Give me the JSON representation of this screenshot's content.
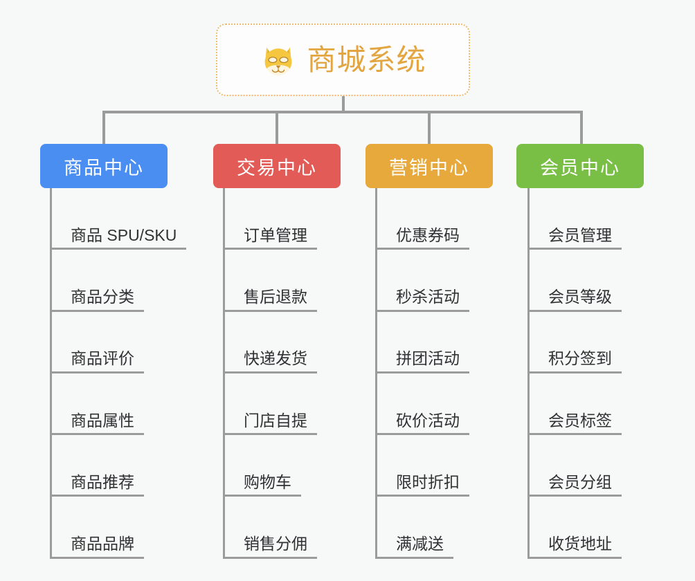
{
  "canvas": {
    "background_color": "#f7f8f8",
    "connector_color": "#9b9b9b"
  },
  "root": {
    "icon": "dog-face-emoji",
    "title": "商城系统",
    "title_color": "#e3a53f",
    "border_color": "#edbb6a",
    "background_color": "#fdfdfd"
  },
  "branches": [
    {
      "id": "product-center",
      "label": "商品中心",
      "color": "#4a8ef1",
      "items": [
        "商品 SPU/SKU",
        "商品分类",
        "商品评价",
        "商品属性",
        "商品推荐",
        "商品品牌"
      ]
    },
    {
      "id": "trade-center",
      "label": "交易中心",
      "color": "#e35b57",
      "items": [
        "订单管理",
        "售后退款",
        "快递发货",
        "门店自提",
        "购物车",
        "销售分佣"
      ]
    },
    {
      "id": "marketing-center",
      "label": "营销中心",
      "color": "#e8a93c",
      "items": [
        "优惠券码",
        "秒杀活动",
        "拼团活动",
        "砍价活动",
        "限时折扣",
        "满减送"
      ]
    },
    {
      "id": "member-center",
      "label": "会员中心",
      "color": "#79bf45",
      "items": [
        "会员管理",
        "会员等级",
        "积分签到",
        "会员标签",
        "会员分组",
        "收货地址"
      ]
    }
  ]
}
